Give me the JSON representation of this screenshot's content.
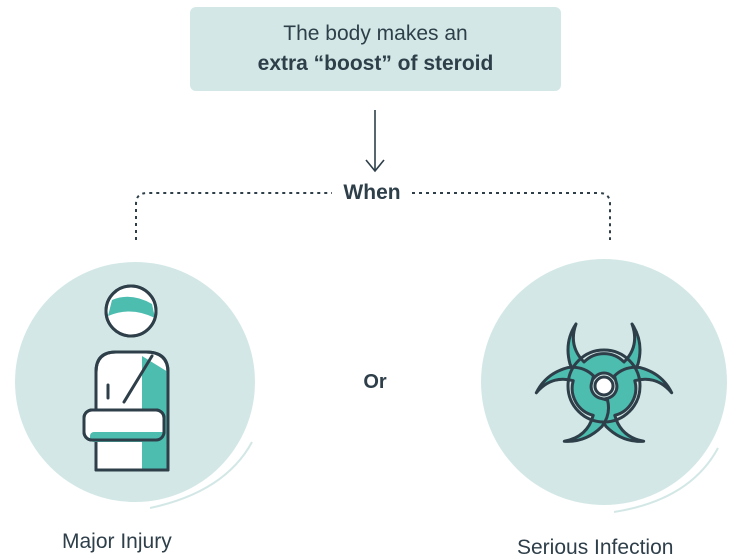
{
  "top_box": {
    "line1": "The body makes an",
    "line2": "extra “boost” of steroid"
  },
  "connector_label": "When",
  "middle_label": "Or",
  "left_item": {
    "label": "Major Injury",
    "icon": "injured-person-arm-sling-icon"
  },
  "right_item": {
    "label": "Serious Infection",
    "icon": "biohazard-icon"
  },
  "colors": {
    "box_fill": "#d3e8e6",
    "circle_fill": "#d3e8e6",
    "icon_teal": "#4dbdb0",
    "ink": "#2e3f4a"
  }
}
